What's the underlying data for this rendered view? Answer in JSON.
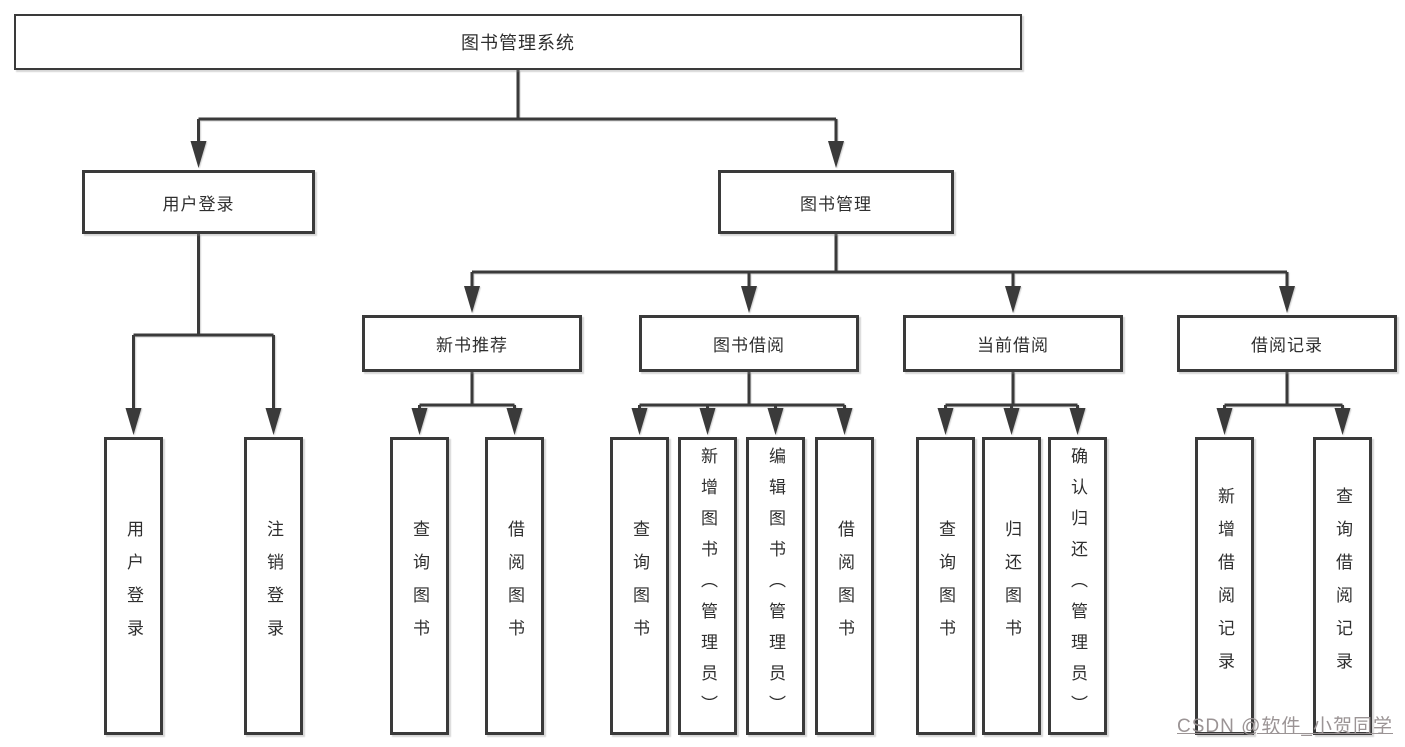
{
  "tree": {
    "root": "图书管理系统",
    "level2": [
      {
        "label": "用户登录",
        "leaves": [
          "用户登录",
          "注销登录"
        ]
      },
      {
        "label": "图书管理",
        "groups": [
          {
            "label": "新书推荐",
            "leaves": [
              "查询图书",
              "借阅图书"
            ]
          },
          {
            "label": "图书借阅",
            "leaves": [
              "查询图书",
              "新增图书（管理员）",
              "编辑图书（管理员）",
              "借阅图书"
            ]
          },
          {
            "label": "当前借阅",
            "leaves": [
              "查询图书",
              "归还图书",
              "确认归还（管理员）"
            ]
          },
          {
            "label": "借阅记录",
            "leaves": [
              "新增借阅记录",
              "查询借阅记录"
            ]
          }
        ]
      }
    ]
  },
  "watermark": {
    "text": "CSDN @软件_小贺同学",
    "color": "#9b9495"
  },
  "colors": {
    "line": "#3a3a3a",
    "border": "#3a3a3a",
    "text": "#2f2f2f",
    "background": "#ffffff"
  }
}
